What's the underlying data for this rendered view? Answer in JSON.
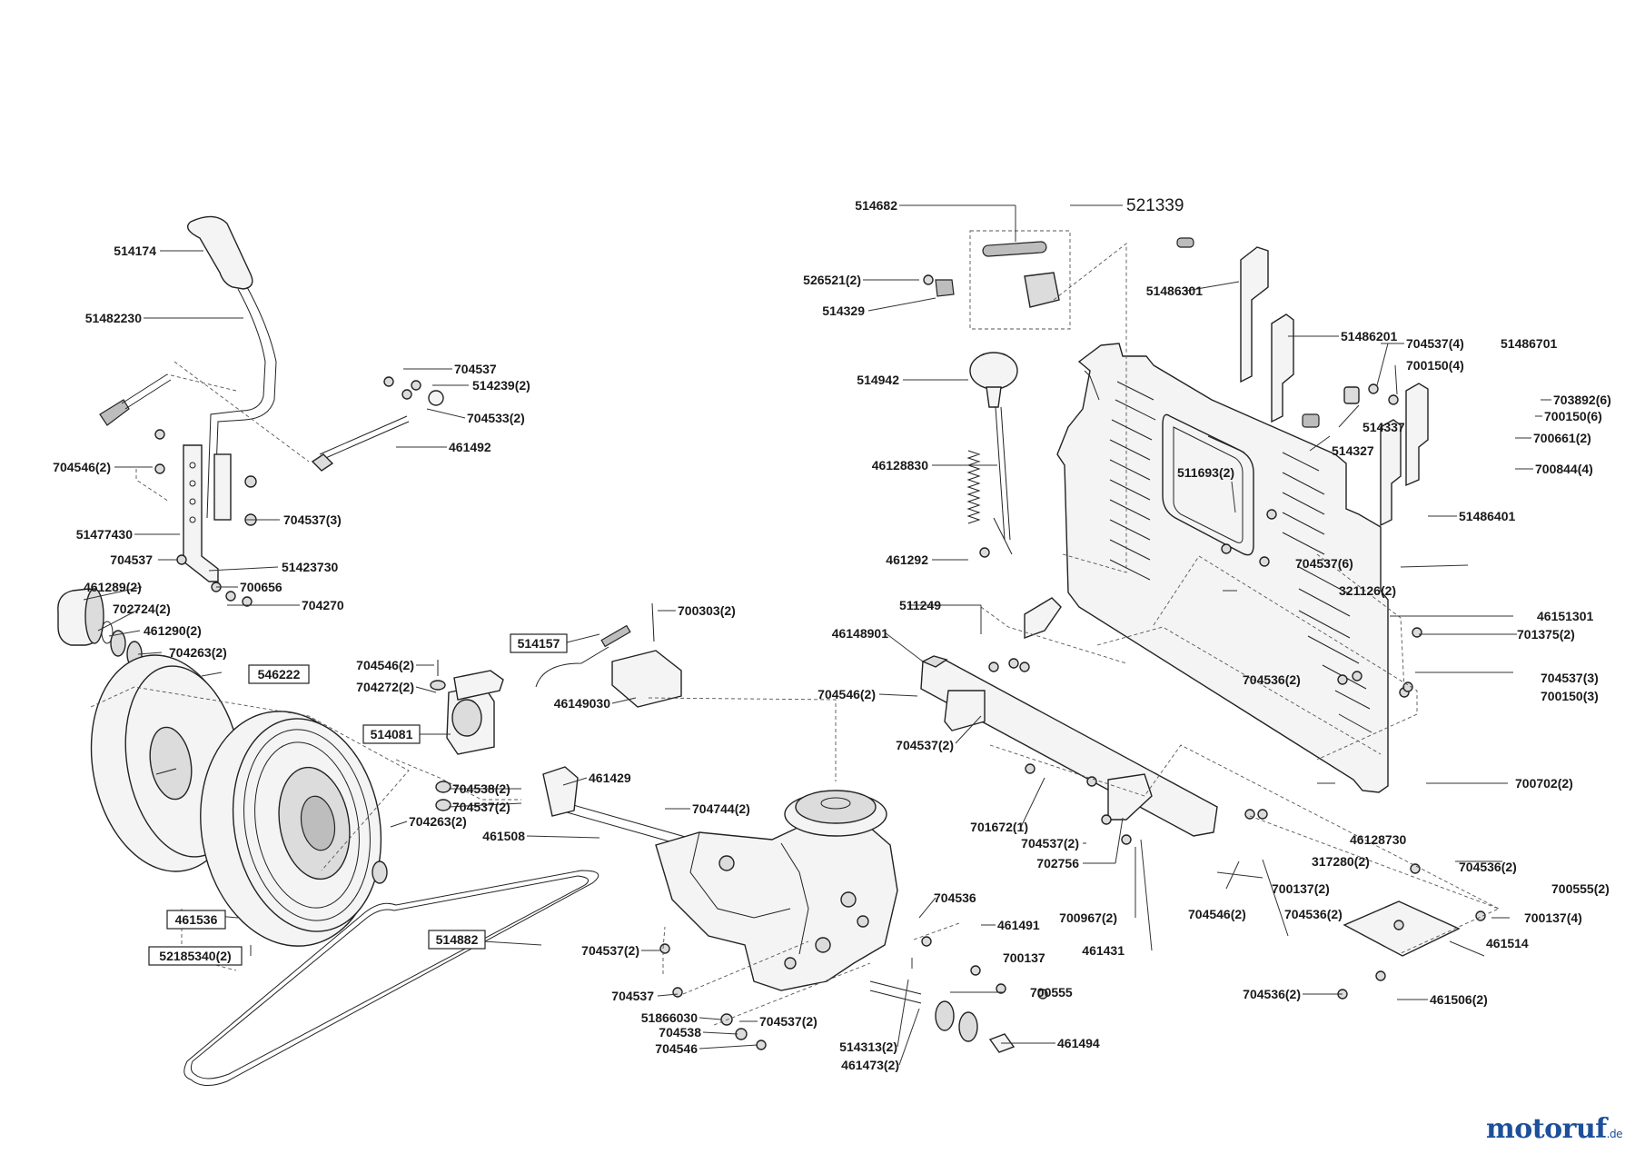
{
  "group_label": "521339",
  "parts": [
    {
      "id": "p514682",
      "num": "514682"
    },
    {
      "id": "p526521",
      "num": "526521(2)"
    },
    {
      "id": "p514329",
      "num": "514329"
    },
    {
      "id": "p514942",
      "num": "514942"
    },
    {
      "id": "p46128830",
      "num": "46128830"
    },
    {
      "id": "p461292",
      "num": "461292"
    },
    {
      "id": "p511249",
      "num": "511249"
    },
    {
      "id": "p46148901",
      "num": "46148901"
    },
    {
      "id": "p704546_mid",
      "num": "704546(2)"
    },
    {
      "id": "p704537_mid",
      "num": "704537(2)"
    },
    {
      "id": "p701672",
      "num": "701672(1)"
    },
    {
      "id": "p704537_mid2",
      "num": "704537(2)"
    },
    {
      "id": "p702756",
      "num": "702756"
    },
    {
      "id": "p700967",
      "num": "700967(2)"
    },
    {
      "id": "p704546_low",
      "num": "704546(2)"
    },
    {
      "id": "p461431",
      "num": "461431"
    },
    {
      "id": "p704536_a",
      "num": "704536"
    },
    {
      "id": "p461491",
      "num": "461491"
    },
    {
      "id": "p700137_a",
      "num": "700137"
    },
    {
      "id": "p700555_a",
      "num": "700555"
    },
    {
      "id": "p461494",
      "num": "461494"
    },
    {
      "id": "p514313",
      "num": "514313(2)"
    },
    {
      "id": "p461473",
      "num": "461473(2)"
    },
    {
      "id": "p51486301",
      "num": "51486301"
    },
    {
      "id": "p51486201",
      "num": "51486201"
    },
    {
      "id": "p704537_4",
      "num": "704537(4)"
    },
    {
      "id": "p51486701",
      "num": "51486701"
    },
    {
      "id": "p700150_4",
      "num": "700150(4)"
    },
    {
      "id": "p514337",
      "num": "514337"
    },
    {
      "id": "p514327",
      "num": "514327"
    },
    {
      "id": "p703892",
      "num": "703892(6)"
    },
    {
      "id": "p700150_6",
      "num": "700150(6)"
    },
    {
      "id": "p700661",
      "num": "700661(2)"
    },
    {
      "id": "p700844",
      "num": "700844(4)"
    },
    {
      "id": "p511693",
      "num": "511693(2)"
    },
    {
      "id": "p51486401",
      "num": "51486401"
    },
    {
      "id": "p704537_6",
      "num": "704537(6)"
    },
    {
      "id": "p321126",
      "num": "321126(2)"
    },
    {
      "id": "p46151301",
      "num": "46151301"
    },
    {
      "id": "p701375",
      "num": "701375(2)"
    },
    {
      "id": "p704536_2a",
      "num": "704536(2)"
    },
    {
      "id": "p704537_3b",
      "num": "704537(3)"
    },
    {
      "id": "p700150_3",
      "num": "700150(3)"
    },
    {
      "id": "p700702",
      "num": "700702(2)"
    },
    {
      "id": "p46128730",
      "num": "46128730"
    },
    {
      "id": "p317280",
      "num": "317280(2)"
    },
    {
      "id": "p704536_2b",
      "num": "704536(2)"
    },
    {
      "id": "p700137_2",
      "num": "700137(2)"
    },
    {
      "id": "p700555_2",
      "num": "700555(2)"
    },
    {
      "id": "p704536_2c",
      "num": "704536(2)"
    },
    {
      "id": "p700137_4",
      "num": "700137(4)"
    },
    {
      "id": "p461514",
      "num": "461514"
    },
    {
      "id": "p704536_2d",
      "num": "704536(2)"
    },
    {
      "id": "p461506",
      "num": "461506(2)"
    },
    {
      "id": "p514174",
      "num": "514174"
    },
    {
      "id": "p51482230",
      "num": "51482230"
    },
    {
      "id": "p704537_top",
      "num": "704537"
    },
    {
      "id": "p514239",
      "num": "514239(2)"
    },
    {
      "id": "p704533",
      "num": "704533(2)"
    },
    {
      "id": "p461492",
      "num": "461492"
    },
    {
      "id": "p704546_l",
      "num": "704546(2)"
    },
    {
      "id": "p704537_3a",
      "num": "704537(3)"
    },
    {
      "id": "p51477430",
      "num": "51477430"
    },
    {
      "id": "p704537_l2",
      "num": "704537"
    },
    {
      "id": "p51423730",
      "num": "51423730"
    },
    {
      "id": "p700656",
      "num": "700656"
    },
    {
      "id": "p704270",
      "num": "704270"
    },
    {
      "id": "p461289",
      "num": "461289(2)"
    },
    {
      "id": "p702724",
      "num": "702724(2)"
    },
    {
      "id": "p461290",
      "num": "461290(2)"
    },
    {
      "id": "p704263_a",
      "num": "704263(2)"
    },
    {
      "id": "p546222",
      "num": "546222"
    },
    {
      "id": "p704546_c",
      "num": "704546(2)"
    },
    {
      "id": "p704272",
      "num": "704272(2)"
    },
    {
      "id": "p514081",
      "num": "514081"
    },
    {
      "id": "p704538_2",
      "num": "704538(2)"
    },
    {
      "id": "p704537_c2",
      "num": "704537(2)"
    },
    {
      "id": "p704263_b",
      "num": "704263(2)"
    },
    {
      "id": "p461536",
      "num": "461536"
    },
    {
      "id": "p52185340",
      "num": "52185340(2)"
    },
    {
      "id": "p514157",
      "num": "514157"
    },
    {
      "id": "p700303",
      "num": "700303(2)"
    },
    {
      "id": "p46149030",
      "num": "46149030"
    },
    {
      "id": "p461429",
      "num": "461429"
    },
    {
      "id": "p461508",
      "num": "461508"
    },
    {
      "id": "p704744",
      "num": "704744(2)"
    },
    {
      "id": "p514882",
      "num": "514882"
    },
    {
      "id": "p704537_t",
      "num": "704537(2)"
    },
    {
      "id": "p704537_t2",
      "num": "704537"
    },
    {
      "id": "p51866030",
      "num": "51866030"
    },
    {
      "id": "p704537_t3",
      "num": "704537(2)"
    },
    {
      "id": "p704538",
      "num": "704538"
    },
    {
      "id": "p704546_t",
      "num": "704546"
    }
  ],
  "watermark": {
    "text": "motoruf",
    "suffix": ".de",
    "color_primary": "#1d4f9a",
    "color_accent": "#e0702c"
  }
}
